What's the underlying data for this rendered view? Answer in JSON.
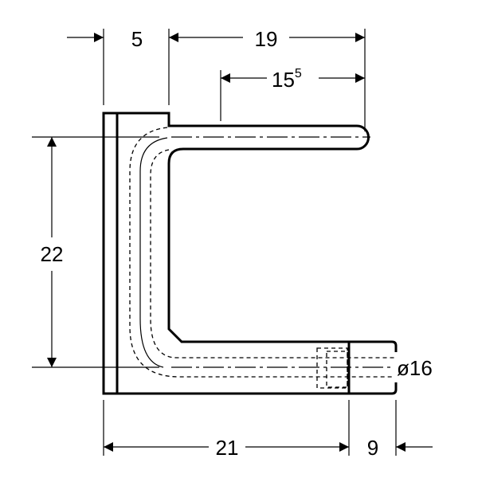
{
  "drawing": {
    "dimensions": {
      "block_width": "5",
      "overall_width_top": "19",
      "arm_length": "15",
      "arm_length_superscript": "5",
      "height": "22",
      "bottom_length": "21",
      "outlet_length": "9",
      "diameter": "ø16"
    }
  }
}
